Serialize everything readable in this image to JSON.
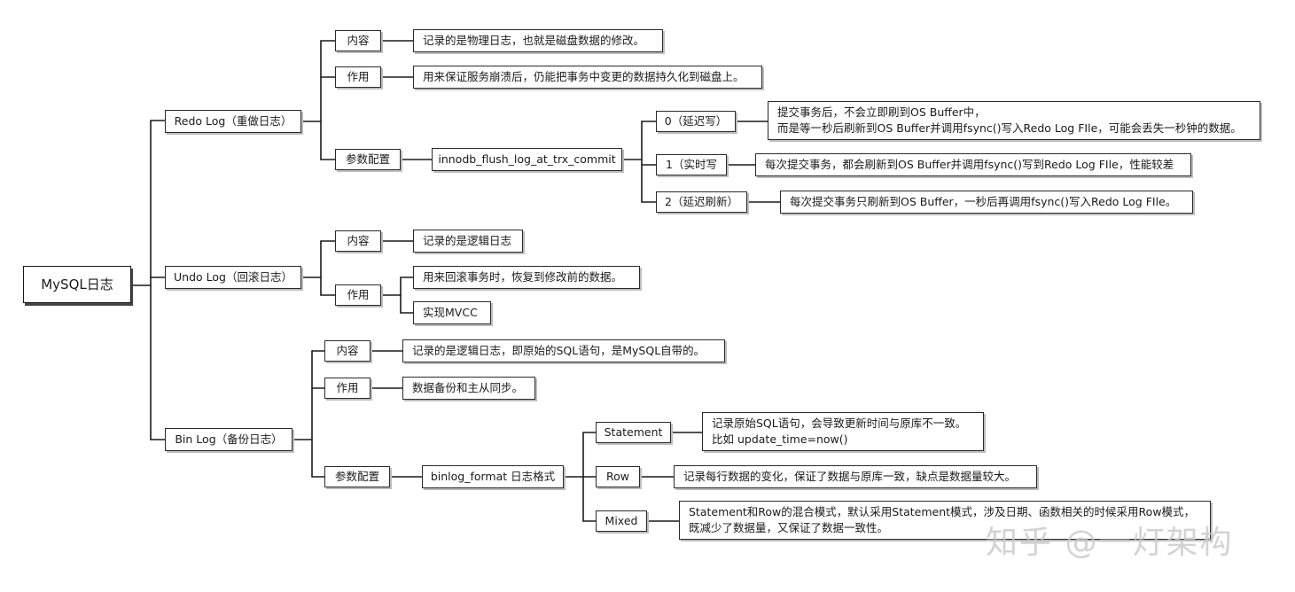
{
  "root": "MySQL日志",
  "redo": {
    "label": "Redo Log（重做日志）",
    "content_label": "内容",
    "content_text": "记录的是物理日志，也就是磁盘数据的修改。",
    "purpose_label": "作用",
    "purpose_text": "用来保证服务崩溃后，仍能把事务中变更的数据持久化到磁盘上。",
    "config_label": "参数配置",
    "param": "innodb_flush_log_at_trx_commit",
    "opt0_label": "0（延迟写）",
    "opt0_line1": "提交事务后，不会立即刷到OS Buffer中，",
    "opt0_line2": "而是等一秒后刷新到OS Buffer并调用fsync()写入Redo Log FIle，可能会丢失一秒钟的数据。",
    "opt1_label": "1（实时写",
    "opt1_text": "每次提交事务，都会刷新到OS Buffer并调用fsync()写到Redo Log FIle，性能较差",
    "opt2_label": "2（延迟刷新）",
    "opt2_text": "每次提交事务只刷新到OS Buffer，一秒后再调用fsync()写入Redo Log FIle。"
  },
  "undo": {
    "label": "Undo Log（回滚日志）",
    "content_label": "内容",
    "content_text": "记录的是逻辑日志",
    "purpose_label": "作用",
    "purpose_text1": "用来回滚事务时，恢复到修改前的数据。",
    "purpose_text2": "实现MVCC"
  },
  "bin": {
    "label": "Bin Log（备份日志）",
    "content_label": "内容",
    "content_text": "记录的是逻辑日志，即原始的SQL语句，是MySQL自带的。",
    "purpose_label": "作用",
    "purpose_text": "数据备份和主从同步。",
    "config_label": "参数配置",
    "param": "binlog_format 日志格式",
    "statement_label": "Statement",
    "statement_line1": "记录原始SQL语句，会导致更新时间与原库不一致。",
    "statement_line2": "比如 update_time=now()",
    "row_label": "Row",
    "row_text": "记录每行数据的变化，保证了数据与原库一致，缺点是数据量较大。",
    "mixed_label": "Mixed",
    "mixed_line1": "Statement和Row的混合模式，默认采用Statement模式，涉及日期、函数相关的时候采用Row模式，",
    "mixed_line2": "既减少了数据量，又保证了数据一致性。"
  },
  "watermark": "知乎 @一灯架构"
}
